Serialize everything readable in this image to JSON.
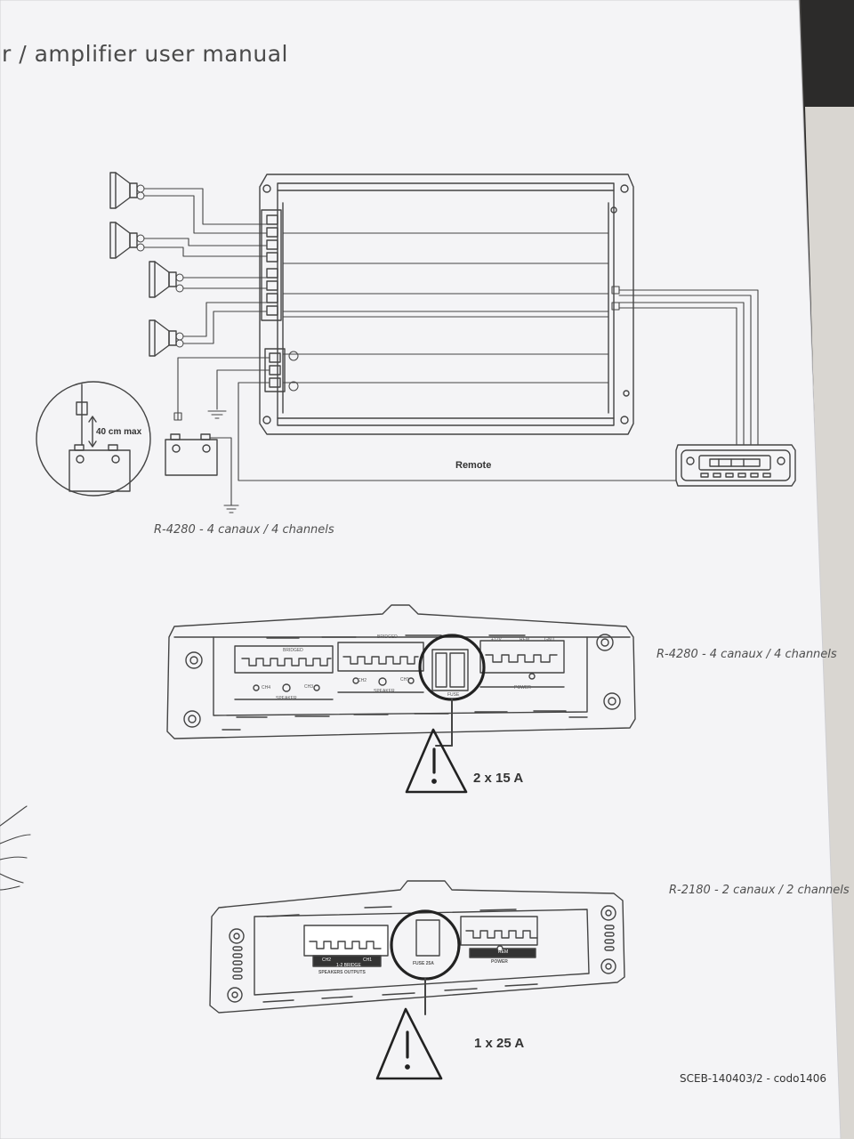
{
  "header": {
    "title": "r / amplifier user manual"
  },
  "wiring": {
    "distance_label": "40 cm max",
    "remote_label": "Remote",
    "caption": "R-4280 - 4 canaux / 4 channels"
  },
  "amp4": {
    "caption": "R-4280 - 4 canaux / 4 channels",
    "bridged_label": "BRIDGED",
    "bridged_label_2": "BRIDGED",
    "ch4_label": "CH4",
    "ch3_label": "CH3",
    "ch2_label": "CH2",
    "ch1_label": "CH1",
    "speaker_label": "SPEAKER",
    "speaker_label_2": "SPEAKER",
    "fuse_label": "FUSE",
    "power_label": "POWER",
    "p12v_label": "+12V",
    "rem_label": "REM",
    "gnd_label": "GND",
    "fuse_rating": "2 x 15 A"
  },
  "amp2": {
    "caption": "R-2180 - 2 canaux / 2 channels",
    "ch2_label": "CH2",
    "ch1_label": "CH1",
    "bridge_label": "1-2 BRIDGE",
    "speakers_outputs_label": "SPEAKERS OUTPUTS",
    "fuse_label": "FUSE 25A",
    "rem_label": "REM",
    "power_label": "POWER",
    "fuse_rating": "1 x 25 A"
  },
  "footer": {
    "reference": "SCEB-140403/2 - codo1406"
  }
}
